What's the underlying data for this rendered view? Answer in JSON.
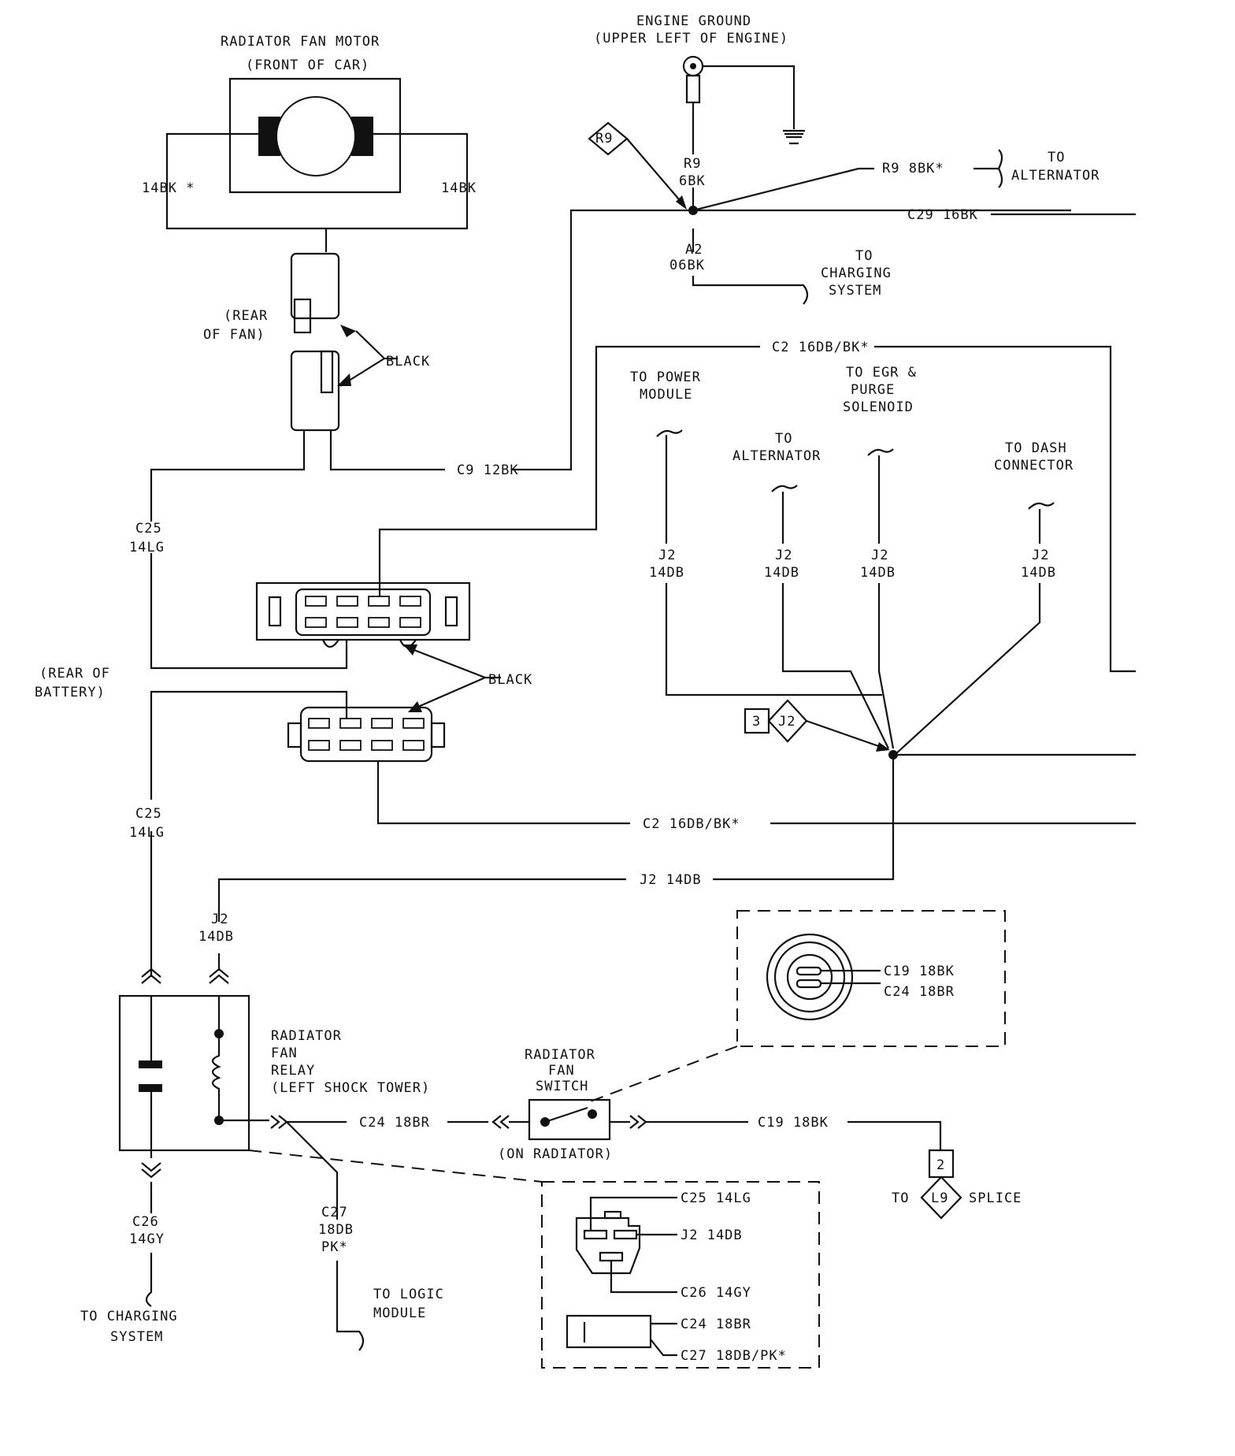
{
  "labels": {
    "fan_motor_1": "RADIATOR FAN MOTOR",
    "fan_motor_2": "(FRONT OF CAR)",
    "fan_left_wire": "14BK *",
    "fan_right_wire": "14BK",
    "rear_of_fan_1": "(REAR",
    "rear_of_fan_2": "OF FAN)",
    "black_1": "BLACK",
    "c9": "C9  12BK",
    "c25_top_1": "C25",
    "c25_top_2": "14LG",
    "rear_batt_1": "(REAR OF",
    "rear_batt_2": "BATTERY)",
    "black_2": "BLACK",
    "c25_mid_1": "C25",
    "c25_mid_2": "14LG",
    "c2_mid": "C2  16DB/BK*",
    "j2_horiz": "J2  14DB",
    "j2_relay_1": "J2",
    "j2_relay_2": "14DB",
    "relay_1": "RADIATOR",
    "relay_2": "FAN",
    "relay_3": "RELAY",
    "relay_4": "(LEFT SHOCK TOWER)",
    "c24_left": "C24  18BR",
    "c26_1": "C26",
    "c26_2": "14GY",
    "to_charging_1": "TO CHARGING",
    "to_charging_2": "SYSTEM",
    "c27_1": "C27",
    "c27_2": "18DB",
    "c27_3": "PK*",
    "to_logic_1": "TO LOGIC",
    "to_logic_2": "MODULE",
    "eg_1": "ENGINE GROUND",
    "eg_2": "(UPPER LEFT OF ENGINE)",
    "r9_diamond": "R9",
    "r9_wire_1": "R9",
    "r9_wire_2": "6BK",
    "r9_8bk": "R9  8BK*",
    "to_alt_top_1": "TO",
    "to_alt_top_2": "ALTERNATOR",
    "c29": "C29  16BK",
    "a2_1": "A2",
    "a2_2": "06BK",
    "to_chg_top_1": "TO",
    "to_chg_top_2": "CHARGING",
    "to_chg_top_3": "SYSTEM",
    "c2_top": "C2  16DB/BK*",
    "to_pm_1": "TO POWER",
    "to_pm_2": "MODULE",
    "to_egr_1": "TO EGR &",
    "to_egr_2": "PURGE",
    "to_egr_3": "SOLENOID",
    "to_alt_mid_1": "TO",
    "to_alt_mid_2": "ALTERNATOR",
    "to_dash_1": "TO DASH",
    "to_dash_2": "CONNECTOR",
    "j2_a_1": "J2",
    "j2_a_2": "14DB",
    "j2_b_1": "J2",
    "j2_b_2": "14DB",
    "j2_c_1": "J2",
    "j2_c_2": "14DB",
    "j2_d_1": "J2",
    "j2_d_2": "14DB",
    "j2_diamond": "J2",
    "j2_num": "3",
    "c19_top": "C19  18BK",
    "c24_top": "C24  18BR",
    "switch_1": "RADIATOR",
    "switch_2": "FAN",
    "switch_3": "SWITCH",
    "switch_4": "(ON RADIATOR)",
    "c19_right": "C19  18BK",
    "l9_num": "2",
    "l9_diamond": "L9",
    "l9_to": "TO",
    "l9_splice": "SPLICE",
    "conn_c25": "C25  14LG",
    "conn_j2": "J2  14DB",
    "conn_c26": "C26  14GY",
    "conn_c24": "C24  18BR",
    "conn_c27": "C27  18DB/PK*"
  }
}
